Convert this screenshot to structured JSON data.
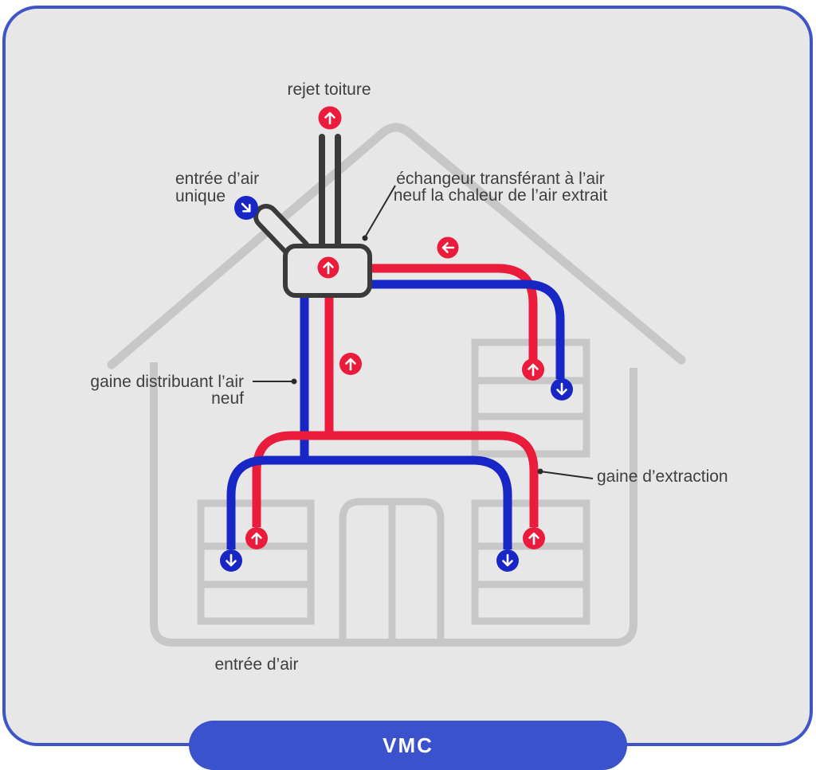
{
  "canvas": {
    "background": "#e8e7e7",
    "border_color": "#3e55c9"
  },
  "labels": {
    "rejet_toiture": "rejet toiture",
    "entree_unique_1": "entrée d’air",
    "entree_unique_2": "unique",
    "echangeur_1": "échangeur transférant à l’air",
    "echangeur_2": "neuf la chaleur de l’air extrait",
    "gaine_neuf_1": "gaine distribuant l’air",
    "gaine_neuf_2": "neuf",
    "gaine_extraction": "gaine d’extraction",
    "entree_air": "entrée d’air"
  },
  "button": {
    "label": "VMC",
    "color": "#3a52cb",
    "text_color": "#ffffff"
  },
  "colors": {
    "pipe_red_extract_air": "#ea1b3b",
    "pipe_blue_fresh_air": "#1726c5",
    "house_gray": "#c8c7c7",
    "chimney_dark": "#3b3a3a",
    "label_text": "#3f3e3e"
  },
  "icons": {
    "arrow_up": "arrow-up-icon",
    "arrow_down": "arrow-down-icon",
    "arrow_left": "arrow-left-icon",
    "arrow_down_right": "arrow-down-right-icon"
  }
}
